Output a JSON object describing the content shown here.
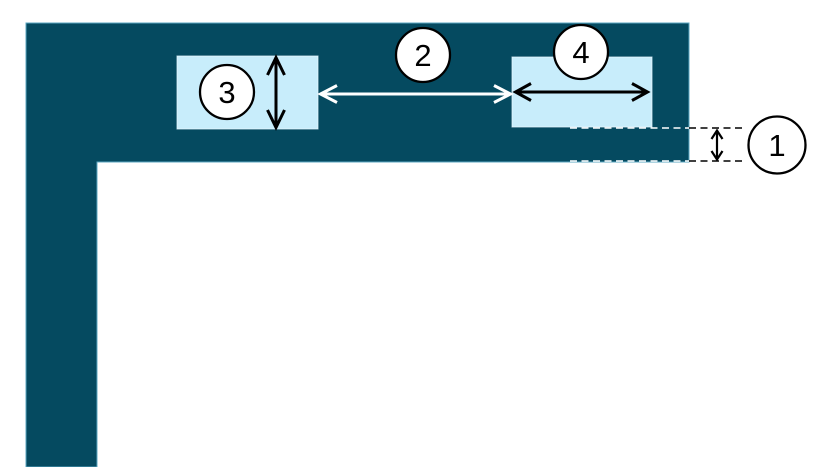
{
  "figure": {
    "description": "Spacing diagram: L-shaped band with two placed boxes and four numbered dimension callouts"
  },
  "colors": {
    "background": "#ffffff",
    "region_fill": "#054a60",
    "region_edge": "#5ba7c2",
    "box_fill": "#c8edfb",
    "box_edge": "#eaf7fd",
    "arrow_dark": "#000000",
    "arrow_light": "#ffffff",
    "dash_on_region": "#ffffff",
    "dash_on_background": "#000000",
    "callout_fill": "#ffffff",
    "callout_edge": "#000000",
    "callout_text": "#000000"
  },
  "callouts": [
    {
      "label": "1"
    },
    {
      "label": "2"
    },
    {
      "label": "3"
    },
    {
      "label": "4"
    }
  ]
}
